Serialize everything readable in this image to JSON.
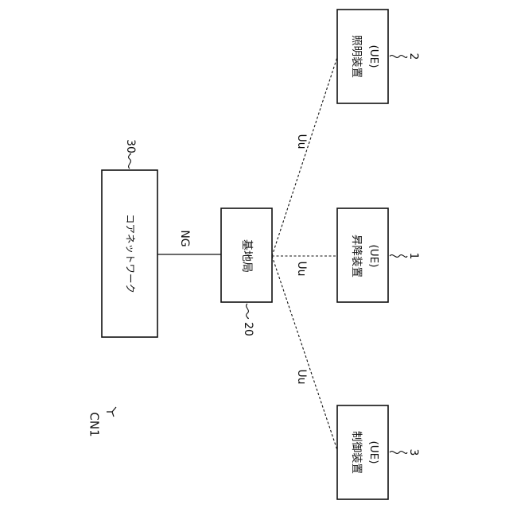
{
  "figure": {
    "label": "CN1",
    "nodes": {
      "core_network": {
        "label": "コアネットワーク",
        "ref": "30"
      },
      "base_station": {
        "label": "基地局",
        "ref": "20"
      },
      "lighting_device": {
        "line1": "照明装置",
        "line2": "(UE)",
        "ref": "2"
      },
      "lift_device": {
        "line1": "昇降装置",
        "line2": "(UE)",
        "ref": "1"
      },
      "control_device": {
        "line1": "制御装置",
        "line2": "(UE)",
        "ref": "3"
      }
    },
    "links": {
      "ng": {
        "label": "NG"
      },
      "uu_lighting": {
        "label": "Uu"
      },
      "uu_lift": {
        "label": "Uu"
      },
      "uu_control": {
        "label": "Uu"
      }
    }
  }
}
